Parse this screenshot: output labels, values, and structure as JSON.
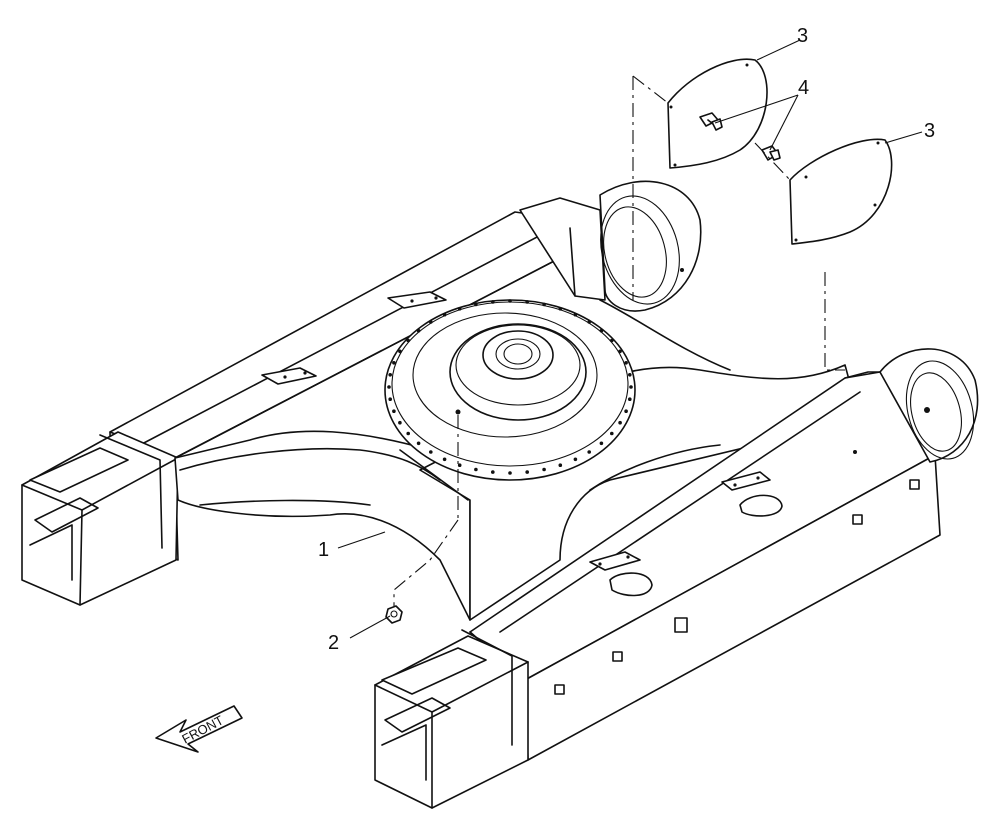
{
  "diagram": {
    "callouts": [
      {
        "id": "1",
        "label": "1"
      },
      {
        "id": "2",
        "label": "2"
      },
      {
        "id": "3a",
        "label": "3"
      },
      {
        "id": "3b",
        "label": "3"
      },
      {
        "id": "4",
        "label": "4"
      }
    ],
    "front_label": "FRONT"
  }
}
